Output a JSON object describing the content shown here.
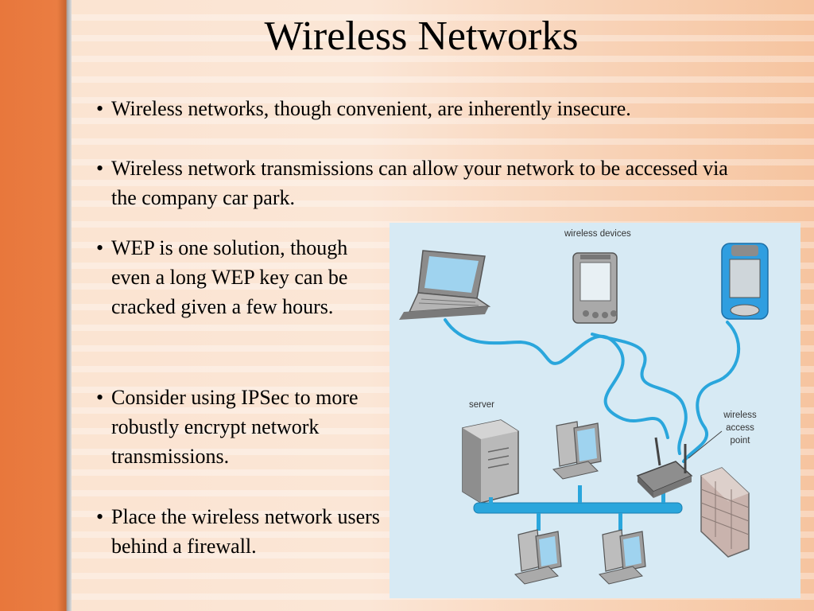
{
  "title": "Wireless Networks",
  "bullets": [
    {
      "marker": "•",
      "text": "Wireless networks, though convenient, are inherently insecure."
    },
    {
      "marker": "•",
      "text": "Wireless network transmissions can allow your network to be accessed via the company car park."
    },
    {
      "marker": "•",
      "text": "WEP is one solution, though even a long WEP key can be cracked given a few hours."
    },
    {
      "marker": "•",
      "text": "Consider using IPSec to more robustly encrypt network transmissions."
    },
    {
      "marker": "•",
      "text": "Place the wireless network users behind a firewall."
    }
  ],
  "diagram": {
    "wireless_devices_label": "wireless devices",
    "server_label": "server",
    "access_point_label_lines": [
      "wireless",
      "access",
      "point"
    ]
  },
  "colors": {
    "accent_bar": "#e8773c",
    "background": "#fbe3d0",
    "diagram_bg": "#d7eaf4",
    "signal_wave": "#2aa6dc"
  }
}
